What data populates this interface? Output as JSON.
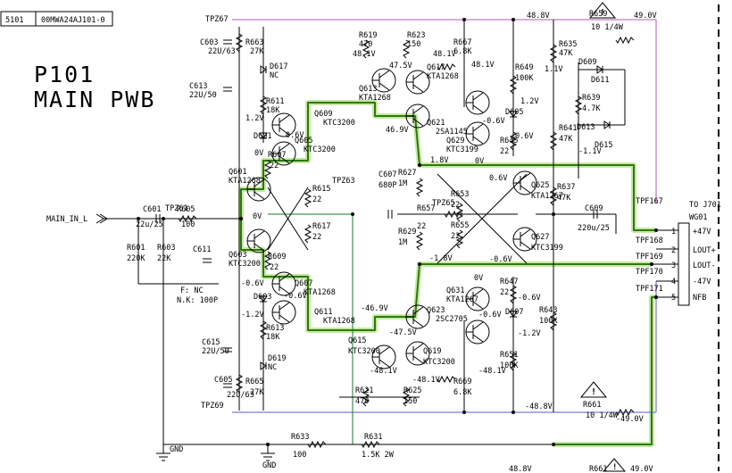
{
  "doc_id": {
    "left": "5101",
    "right": "00MWA24AJ101-0"
  },
  "title": {
    "line1": "P101",
    "line2": "MAIN PWB"
  },
  "notes": {
    "f": "F: NC",
    "nk": "N.K: 100P"
  },
  "connector": {
    "to": "TO J701",
    "ref": "WG01",
    "pins": [
      {
        "num": "1",
        "label": "+47V"
      },
      {
        "num": "2",
        "label": "LOUT+"
      },
      {
        "num": "3",
        "label": "LOUT-"
      },
      {
        "num": "4",
        "label": "-47V"
      },
      {
        "num": "5",
        "label": "NFB"
      }
    ]
  },
  "input_label": "MAIN_IN_L",
  "ground_label": "GND",
  "test_points": [
    "TPZ67",
    "TPZ61",
    "TPZ63",
    "TPZ65",
    "TPZ69",
    "TPF167",
    "TPF168",
    "TPF169",
    "TPF170",
    "TPF171"
  ],
  "components": [
    {
      "ref": "C603",
      "val": "22U/63"
    },
    {
      "ref": "R663",
      "val": "27K"
    },
    {
      "ref": "D617",
      "val": "NC"
    },
    {
      "ref": "C613",
      "val": "22U/50"
    },
    {
      "ref": "R611",
      "val": "18K"
    },
    {
      "ref": "R619",
      "val": "470"
    },
    {
      "ref": "R623",
      "val": "150"
    },
    {
      "ref": "R667",
      "val": "6.8K"
    },
    {
      "ref": "R649",
      "val": "100K"
    },
    {
      "ref": "R659",
      "val": "10 1/4W"
    },
    {
      "ref": "R635",
      "val": "47K"
    },
    {
      "ref": "D609",
      "val": ""
    },
    {
      "ref": "D611",
      "val": ""
    },
    {
      "ref": "Q613",
      "val": "KTA1268"
    },
    {
      "ref": "Q617",
      "val": "KTA1268"
    },
    {
      "ref": "Q621",
      "val": "2SA1145"
    },
    {
      "ref": "Q629",
      "val": "KTC3199"
    },
    {
      "ref": "Q609",
      "val": "KTC3200"
    },
    {
      "ref": "Q605",
      "val": "KTC3200"
    },
    {
      "ref": "D605",
      "val": ""
    },
    {
      "ref": "D601",
      "val": ""
    },
    {
      "ref": "Q601",
      "val": "KTA1268"
    },
    {
      "ref": "Q603",
      "val": "KTC3200"
    },
    {
      "ref": "R607",
      "val": "22"
    },
    {
      "ref": "R615",
      "val": "22"
    },
    {
      "ref": "R617",
      "val": "22"
    },
    {
      "ref": "R609",
      "val": "22"
    },
    {
      "ref": "R627",
      "val": "1M"
    },
    {
      "ref": "C607",
      "val": "680P"
    },
    {
      "ref": "R657",
      "val": "22"
    },
    {
      "ref": "R653",
      "val": "22"
    },
    {
      "ref": "R655",
      "val": "22"
    },
    {
      "ref": "R629",
      "val": "1M"
    },
    {
      "ref": "R645",
      "val": "22"
    },
    {
      "ref": "Q625",
      "val": "KTA1267"
    },
    {
      "ref": "Q627",
      "val": "KTC3199"
    },
    {
      "ref": "R639",
      "val": "4.7K"
    },
    {
      "ref": "R641",
      "val": "47K"
    },
    {
      "ref": "R637",
      "val": "47K"
    },
    {
      "ref": "D613",
      "val": ""
    },
    {
      "ref": "D615",
      "val": ""
    },
    {
      "ref": "C609",
      "val": "220u/25"
    },
    {
      "ref": "C601",
      "val": "22u/25"
    },
    {
      "ref": "R605",
      "val": "100"
    },
    {
      "ref": "R601",
      "val": "220K"
    },
    {
      "ref": "R603",
      "val": "22K"
    },
    {
      "ref": "C611",
      "val": ""
    },
    {
      "ref": "Q607",
      "val": "KTA1268"
    },
    {
      "ref": "Q611",
      "val": "KTA1268"
    },
    {
      "ref": "D603",
      "val": ""
    },
    {
      "ref": "R613",
      "val": "18K"
    },
    {
      "ref": "C615",
      "val": "22U/50"
    },
    {
      "ref": "D619",
      "val": "NC"
    },
    {
      "ref": "C605",
      "val": "22U/63"
    },
    {
      "ref": "R665",
      "val": "27K"
    },
    {
      "ref": "Q615",
      "val": "KTC3200"
    },
    {
      "ref": "Q619",
      "val": "KTC3200"
    },
    {
      "ref": "Q623",
      "val": "2SC2705"
    },
    {
      "ref": "Q631",
      "val": "KTA1267"
    },
    {
      "ref": "D607",
      "val": ""
    },
    {
      "ref": "R647",
      "val": "22"
    },
    {
      "ref": "R643",
      "val": "100K"
    },
    {
      "ref": "R651",
      "val": "100K"
    },
    {
      "ref": "R621",
      "val": "470"
    },
    {
      "ref": "R625",
      "val": "150"
    },
    {
      "ref": "R669",
      "val": "6.8K"
    },
    {
      "ref": "R661",
      "val": "10 1/4W"
    },
    {
      "ref": "R633",
      "val": "100"
    },
    {
      "ref": "R631",
      "val": "1.5K 2W"
    }
  ],
  "voltages": {
    "v48p": "48.8V",
    "v49p": "49.0V",
    "v481": "48.1V",
    "v475": "47.5V",
    "v481b": "48.1V",
    "v11": "1.1V",
    "v12a": "1.2V",
    "v12b": "1.2V",
    "v06a": "0.6V",
    "v06b": "0.6V",
    "v06c": "0.6V",
    "v469": "46.9V",
    "v18": "1.8V",
    "v0a": "0V",
    "v0b": "0V",
    "v0c": "0V",
    "v0d": "0V",
    "v0e": "0V",
    "v11n": "-1.1V",
    "v06n1": "-0.6V",
    "v06n2": "-0.6V",
    "v06n3": "-0.6V",
    "v06n4": "-0.6V",
    "v06n5": "-0.6V",
    "v18n": "-1.8V",
    "v12n1": "-1.2V",
    "v12n2": "-1.2V",
    "v469n": "-46.9V",
    "v475n": "-47.5V",
    "v481n1": "-48.1V",
    "v481n2": "-48.1V",
    "v481n3": "-48.1V",
    "v488n": "-48.8V",
    "v490n": "-49.0V",
    "v488": "48.8V",
    "v490": "49.0V"
  }
}
